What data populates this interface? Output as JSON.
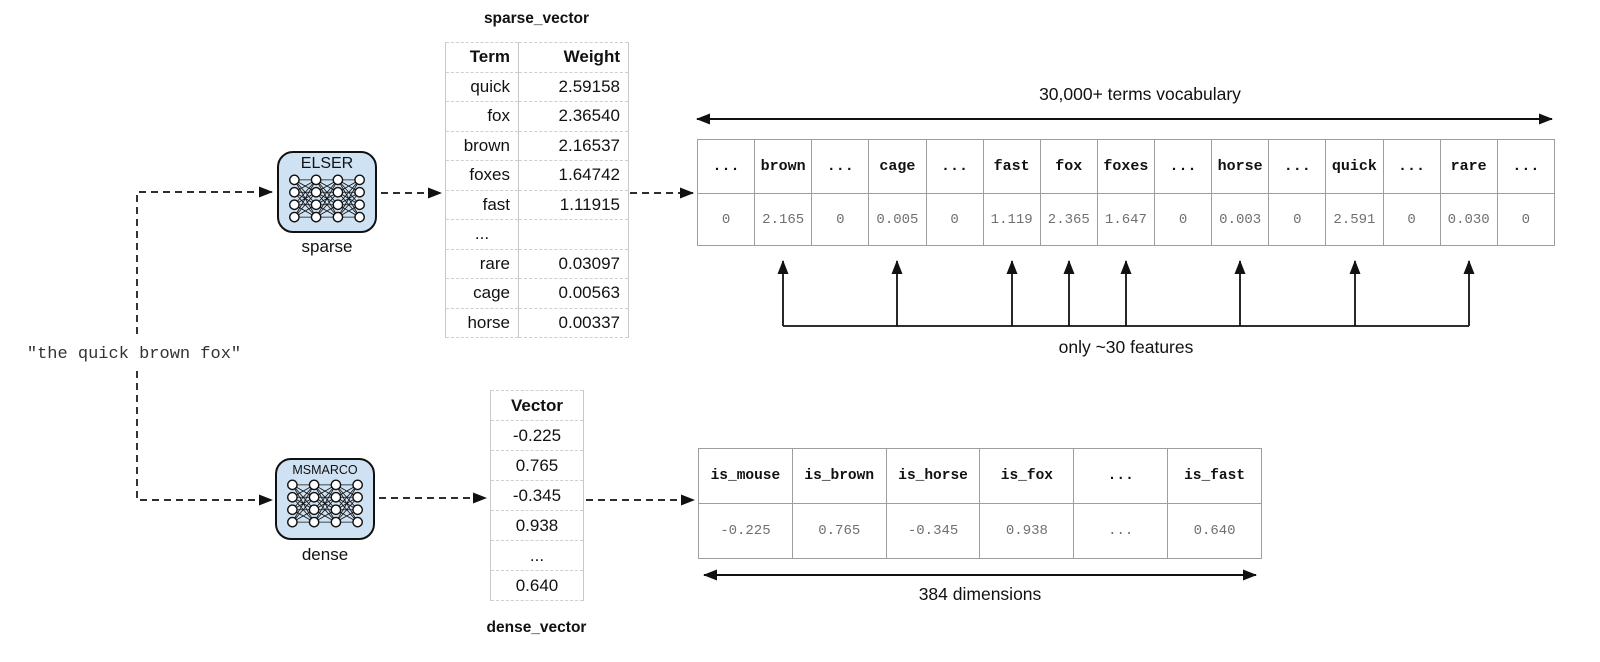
{
  "input": {
    "text": "\"the quick brown fox\""
  },
  "models": {
    "sparse": {
      "name": "ELSER",
      "label": "sparse"
    },
    "dense": {
      "name": "MSMARCO",
      "label": "dense"
    }
  },
  "sparse_vector_table": {
    "title": "sparse_vector",
    "columns": [
      "Term",
      "Weight"
    ],
    "rows": [
      [
        "quick",
        "2.59158"
      ],
      [
        "fox",
        "2.36540"
      ],
      [
        "brown",
        "2.16537"
      ],
      [
        "foxes",
        "1.64742"
      ],
      [
        "fast",
        "1.11915"
      ],
      [
        "...",
        ""
      ],
      [
        "rare",
        "0.03097"
      ],
      [
        "cage",
        "0.00563"
      ],
      [
        "horse",
        "0.00337"
      ]
    ]
  },
  "vocab_table": {
    "annotation_top": "30,000+ terms vocabulary",
    "annotation_bottom": "only ~30 features",
    "headers": [
      "...",
      "brown",
      "...",
      "cage",
      "...",
      "fast",
      "fox",
      "foxes",
      "...",
      "horse",
      "...",
      "quick",
      "...",
      "rare",
      "..."
    ],
    "values": [
      "0",
      "2.165",
      "0",
      "0.005",
      "0",
      "1.119",
      "2.365",
      "1.647",
      "0",
      "0.003",
      "0",
      "2.591",
      "0",
      "0.030",
      "0"
    ],
    "highlighted_columns": [
      1,
      3,
      5,
      6,
      7,
      9,
      11,
      13
    ]
  },
  "dense_vector_table": {
    "title": "dense_vector",
    "column": "Vector",
    "values": [
      "-0.225",
      "0.765",
      "-0.345",
      "0.938",
      "...",
      "0.640"
    ]
  },
  "dimensions_table": {
    "annotation_bottom": "384 dimensions",
    "headers": [
      "is_mouse",
      "is_brown",
      "is_horse",
      "is_fox",
      "...",
      "is_fast"
    ],
    "values": [
      "-0.225",
      "0.765",
      "-0.345",
      "0.938",
      "...",
      "0.640"
    ]
  },
  "colors": {
    "model_box_fill": "#cfe2f3",
    "model_box_border": "#111111",
    "grid_light": "#c9c9c9",
    "grid_dark": "#9e9e9e",
    "muted_value_text": "#707070",
    "arrow": "#111111"
  }
}
